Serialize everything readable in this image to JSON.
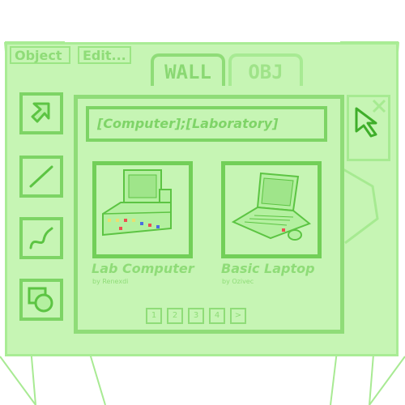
{
  "menu": {
    "object_label": "Object",
    "edit_label": "Edit..."
  },
  "tabs": [
    {
      "label": "WALL",
      "active": true
    },
    {
      "label": "OBJ",
      "active": false
    }
  ],
  "tools": [
    {
      "icon": "arrow-icon"
    },
    {
      "icon": "line-icon"
    },
    {
      "icon": "curve-icon"
    },
    {
      "icon": "shapes-icon"
    }
  ],
  "search": {
    "query": "[Computer];[Laboratory]"
  },
  "items": [
    {
      "title": "Lab Computer",
      "author": "by Renexdi",
      "icon": "lab-computer-icon"
    },
    {
      "title": "Basic Laptop",
      "author": "by Ozivec",
      "icon": "laptop-icon"
    }
  ],
  "pager": {
    "pages": [
      "1",
      "2",
      "3",
      "4"
    ],
    "next_label": ">"
  },
  "colors": {
    "panel": "#c6f5b4",
    "border": "#8fdc78",
    "text": "#8fdc78",
    "dark_accent": "#3fae2a"
  }
}
